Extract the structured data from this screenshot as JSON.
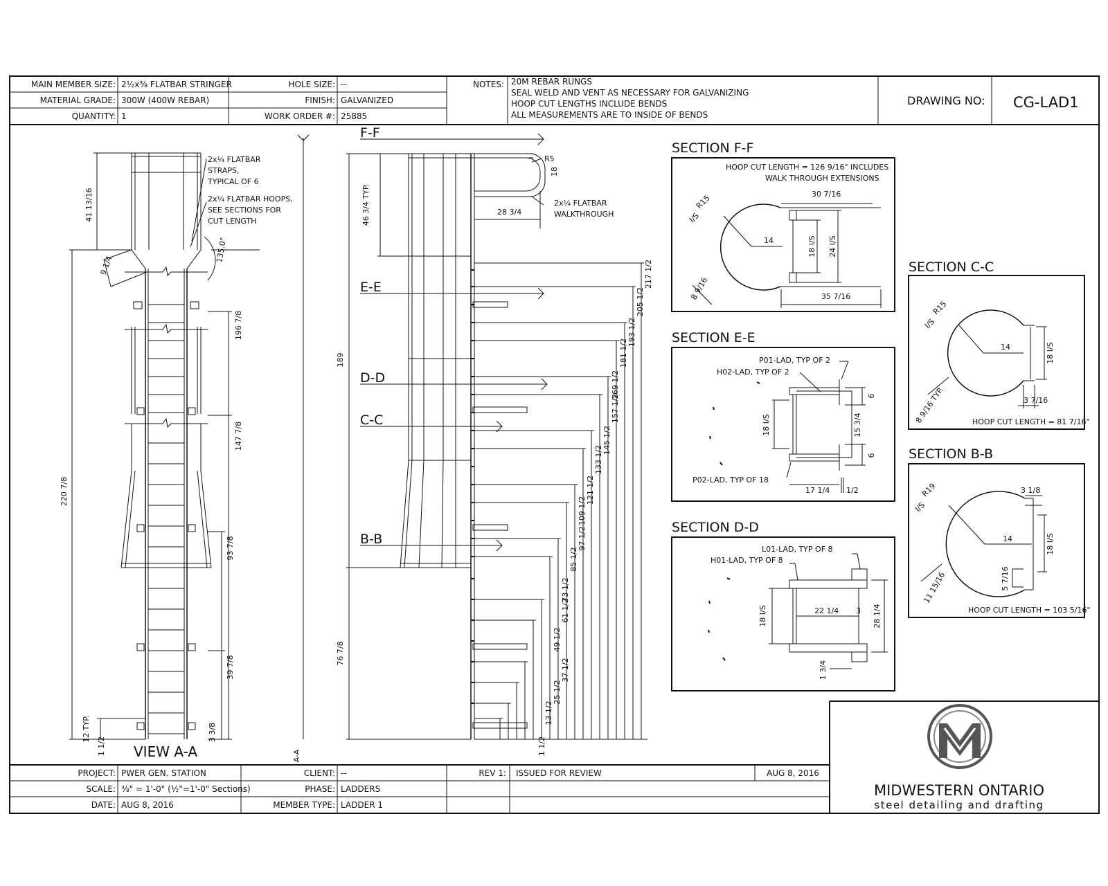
{
  "header": {
    "main_member_size_label": "MAIN MEMBER SIZE:",
    "main_member_size": "2½x⅜ FLATBAR STRINGER",
    "material_grade_label": "MATERIAL GRADE:",
    "material_grade": "300W (400W REBAR)",
    "quantity_label": "QUANTITY:",
    "quantity": "1",
    "hole_size_label": "HOLE SIZE:",
    "hole_size": "--",
    "finish_label": "FINISH:",
    "finish": "GALVANIZED",
    "work_order_label": "WORK ORDER #:",
    "work_order": "25885",
    "notes_label": "NOTES:",
    "notes": [
      "20M REBAR RUNGS",
      "SEAL WELD AND VENT AS NECESSARY FOR GALVANIZING",
      "HOOP CUT LENGTHS INCLUDE BENDS",
      "ALL MEASUREMENTS ARE TO INSIDE OF BENDS"
    ],
    "drawing_no_label": "DRAWING NO:",
    "drawing_no": "CG-LAD1"
  },
  "footer": {
    "project_label": "PROJECT:",
    "project": "PWER GEN. STATION",
    "scale_label": "SCALE:",
    "scale": "⅜\" = 1'-0\" (½\"=1'-0\" Sections)",
    "date_label": "DATE:",
    "date": "AUG 8, 2016",
    "client_label": "CLIENT:",
    "client": "--",
    "phase_label": "PHASE:",
    "phase": "LADDERS",
    "member_type_label": "MEMBER TYPE:",
    "member_type": "LADDER 1",
    "rev_label": "REV 1:",
    "rev_desc": "ISSUED FOR REVIEW",
    "rev_date": "AUG 8, 2016"
  },
  "logo": {
    "name": "MIDWESTERN ONTARIO",
    "tagline": "steel detailing and drafting"
  },
  "view_aa": {
    "title": "VIEW A-A",
    "note_straps": [
      "2x¼ FLATBAR",
      "STRAPS,",
      "TYPICAL OF 6"
    ],
    "note_hoops": [
      "2x¼ FLATBAR HOOPS,",
      "SEE SECTIONS FOR",
      "CUT LENGTH"
    ],
    "dim_top": "41 13/16",
    "dim_angle": "135.0°",
    "dim_splay": "9 1/4",
    "dim_196": "196 7/8",
    "dim_147": "147 7/8",
    "dim_220": "220 7/8",
    "dim_93": "93 7/8",
    "dim_39": "39 7/8",
    "dim_12typ": "12 TYP.",
    "dim_3": "3 3/8",
    "dim_1": "1 1/2"
  },
  "side_view": {
    "section_aa": "A-A",
    "cut_labels": [
      "F-F",
      "E-E",
      "D-D",
      "C-C",
      "B-B"
    ],
    "dim_46typ": "46 3/4 TYP.",
    "dim_r5": "R5",
    "dim_18": "18",
    "dim_28": "28 3/4",
    "note_walkthrough": [
      "2x¼ FLATBAR",
      "WALKTHROUGH"
    ],
    "dim_189": "189",
    "dim_76": "76 7/8",
    "dim_bottom": "1 1/2",
    "rung_dims": [
      "13 1/2",
      "25 1/2",
      "37 1/2",
      "49 1/2",
      "61 1/2",
      "73 1/2",
      "85 1/2",
      "97 1/2",
      "109 1/2",
      "121 1/2",
      "133 1/2",
      "145 1/2",
      "157 1/2",
      "169 1/2",
      "181 1/2",
      "193 1/2",
      "205 1/2",
      "217 1/2"
    ]
  },
  "section_ff": {
    "title": "SECTION F-F",
    "note": [
      "HOOP CUT LENGTH = 126 9/16\" INCLUDES",
      "WALK THROUGH EXTENSIONS"
    ],
    "dim_30": "30 7/16",
    "dim_r15": "R15",
    "dim_is": "I/S",
    "dim_14": "14",
    "dim_18is": "18 I/S",
    "dim_24is": "24 I/S",
    "dim_35": "35 7/16",
    "dim_8": "8 9/16"
  },
  "section_ee": {
    "title": "SECTION E-E",
    "note_p01": "P01-LAD, TYP OF 2",
    "note_h02": "H02-LAD, TYP OF 2",
    "note_p02": "P02-LAD, TYP OF 18",
    "dim_18is": "18 I/S",
    "dim_15": "15 3/4",
    "dim_6a": "6",
    "dim_6b": "6",
    "dim_17": "17 1/4",
    "dim_half": "1/2"
  },
  "section_dd": {
    "title": "SECTION D-D",
    "note_l01": "L01-LAD, TYP OF 8",
    "note_h01": "H01-LAD, TYP OF 8",
    "dim_22": "22 1/4",
    "dim_3": "3",
    "dim_28": "28 1/4",
    "dim_18is": "18 I/S",
    "dim_1": "1 3/4"
  },
  "section_cc": {
    "title": "SECTION C-C",
    "dim_r15": "R15",
    "dim_is": "I/S",
    "dim_14": "14",
    "dim_18is": "18 I/S",
    "dim_8typ": "8 9/16 TYP.",
    "dim_3": "3 7/16",
    "hoop_cut": "HOOP CUT LENGTH = 81 7/16\""
  },
  "section_bb": {
    "title": "SECTION B-B",
    "dim_r19": "R19",
    "dim_is": "I/S",
    "dim_3": "3 1/8",
    "dim_14": "14",
    "dim_18is": "18 I/S",
    "dim_5": "5 7/16",
    "dim_11": "11 15/16",
    "hoop_cut": "HOOP CUT LENGTH = 103 5/16\""
  }
}
